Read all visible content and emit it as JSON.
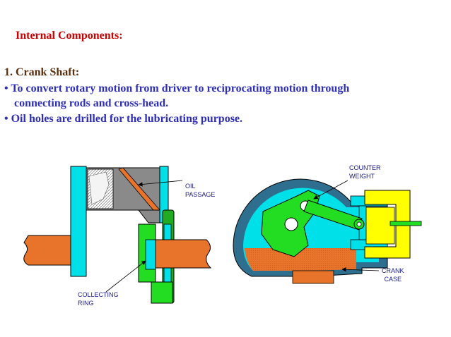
{
  "slide": {
    "heading": "Internal Components:",
    "section_title": "1. Crank Shaft:",
    "bullet1_line1": "• To convert rotary motion from driver to reciprocating motion through",
    "bullet1_line2": "connecting rods and cross-head.",
    "bullet2": "• Oil holes are drilled for the lubricating purpose."
  },
  "labels": {
    "oil_passage_1": "OIL",
    "oil_passage_2": "PASSAGE",
    "collecting_ring_1": "COLLECTING",
    "collecting_ring_2": "RING",
    "counter_weight_1": "COUNTER",
    "counter_weight_2": "WEIGHT",
    "crank_case_1": "CRANK",
    "crank_case_2": "CASE"
  },
  "colors": {
    "heading": "#cc0000",
    "section_title": "#5a2d0c",
    "bullet_text": "#2e2eb8",
    "label_text": "#1a1a8a",
    "cyan": "#00e0e8",
    "green": "#22dd22",
    "yellow": "#ffff00",
    "orange": "#e8742c"
  }
}
